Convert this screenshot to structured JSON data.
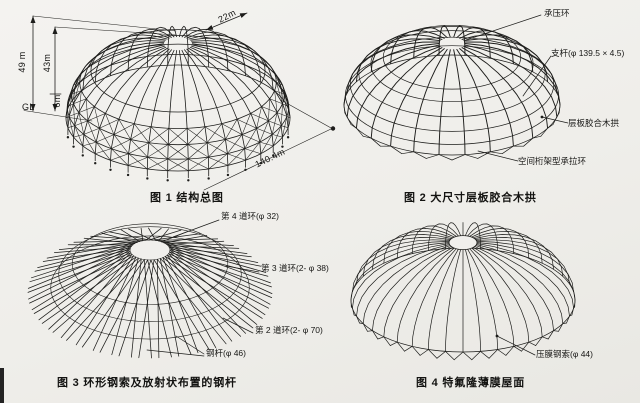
{
  "page": {
    "bg": "#f0efec",
    "ink": "#1d1d1b"
  },
  "figure1": {
    "caption": "图 1  结构总图",
    "dims": {
      "d22": "22m",
      "d49": "49 m",
      "d43": "43m",
      "d6": "6m",
      "gl": "GL",
      "d140": "140.4m"
    }
  },
  "figure2": {
    "caption": "图 2  大尺寸层板胶合木拱",
    "labels": {
      "bearing_ring": "承压环",
      "strut": "支杆(φ 139.5 × 4.5)",
      "glulam_arch": "层板胶合木拱",
      "tension_ring": "空间桁架型承拉环"
    }
  },
  "figure3": {
    "caption": "图 3  环形钢索及放射状布置的钢杆",
    "labels": {
      "ring4": "第 4 道环(φ 32)",
      "ring3": "第 3 道环(2- φ 38)",
      "ring2": "第 2 道环(2- φ 70)",
      "rod": "钢杆(φ 46)"
    }
  },
  "figure4": {
    "caption": "图 4  特氟隆薄膜屋面",
    "labels": {
      "membrane_cable": "压膜钢索(φ 44)"
    }
  }
}
